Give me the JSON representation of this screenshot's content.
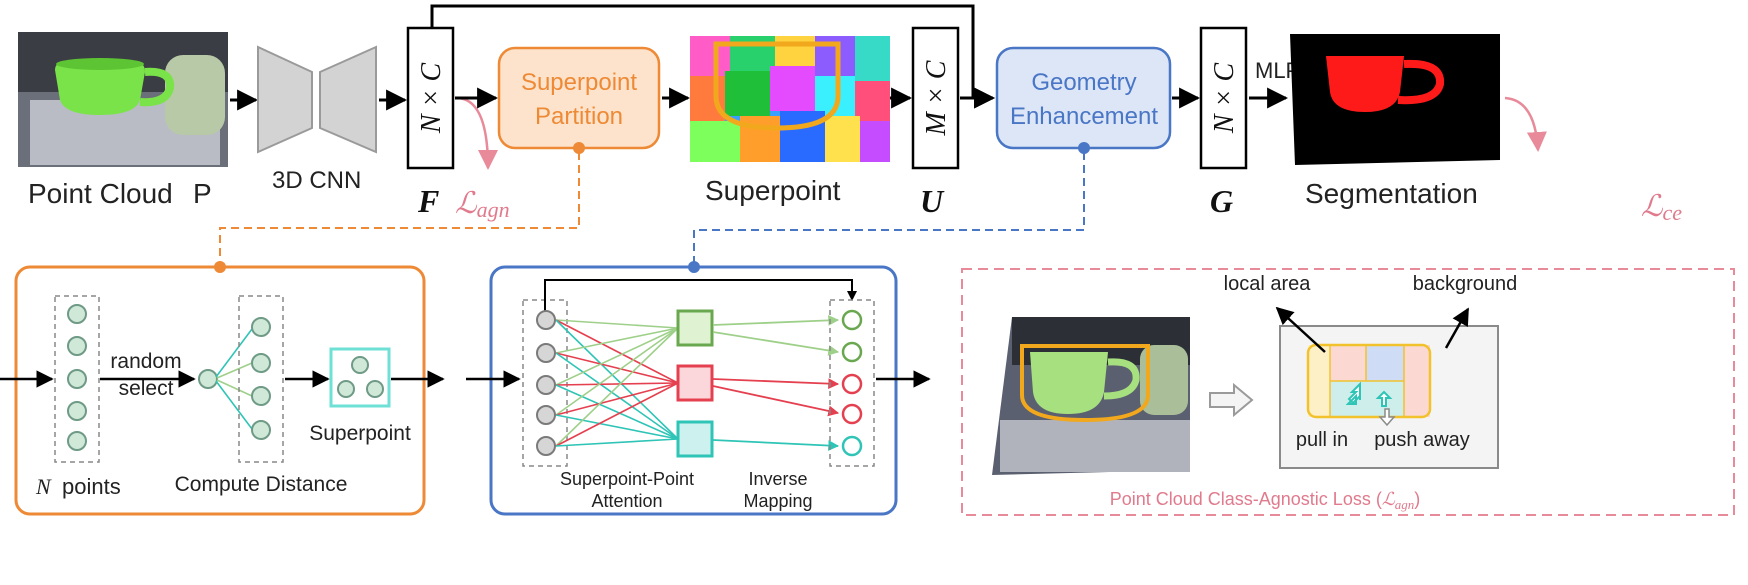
{
  "top_row": {
    "point_cloud_label": "Point Cloud",
    "point_cloud_symbol": "P",
    "cnn_label": "3D CNN",
    "feature_F_box": "N × C",
    "feature_F_symbol": "F",
    "loss_agn_L": "ℒ",
    "loss_agn_sub": "agn",
    "superpoint_partition_line1": "Superpoint",
    "superpoint_partition_line2": "Partition",
    "superpoint_label": "Superpoint",
    "feature_U_box": "M × C",
    "feature_U_symbol": "U",
    "geometry_enhancement_line1": "Geometry",
    "geometry_enhancement_line2": "Enhancement",
    "feature_G_box": "N × C",
    "feature_G_symbol": "G",
    "mlp_label": "MLP",
    "segmentation_label": "Segmentation",
    "loss_ce_L": "ℒ",
    "loss_ce_sub": "ce"
  },
  "panel_partition": {
    "random_select_line1": "random",
    "random_select_line2": "select",
    "n_symbol": "N",
    "points_label": "points",
    "compute_distance_label": "Compute Distance",
    "superpoint_label": "Superpoint"
  },
  "panel_enhancement": {
    "attention_line1": "Superpoint-Point",
    "attention_line2": "Attention",
    "inverse_line1": "Inverse",
    "inverse_line2": "Mapping"
  },
  "panel_loss": {
    "local_area_label": "local area",
    "background_label": "background",
    "pull_in_label": "pull in",
    "push_away_label": "push away",
    "caption_prefix": "Point Cloud Class-Agnostic Loss (",
    "caption_L": "ℒ",
    "caption_sub": "agn",
    "caption_suffix": ")"
  },
  "colors": {
    "orange": "#ee8a35",
    "orange_fill": "#fde3cc",
    "blue": "#4a76c6",
    "blue_fill": "#dce6f7",
    "pink": "#e88a99",
    "pink_text": "#e07a8c",
    "green": "#6aa84f",
    "red": "#e5404f",
    "teal": "#2ec4b6",
    "node_fill": "#cfe8d8",
    "cup_green": "#7be34a",
    "seg_red": "#ff1a1a"
  }
}
